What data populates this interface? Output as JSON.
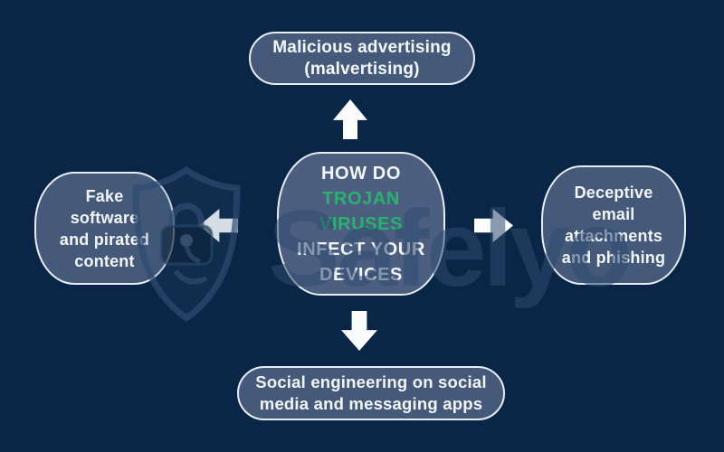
{
  "title": "Trojan virus infection vectors infographic",
  "colors": {
    "background": "#0a2647",
    "node-fill": "#45597b",
    "center-fill": "#4c5f80",
    "node-border": "#e9eef5",
    "text-light": "#f4f7fa",
    "accent-green": "#28b270",
    "arrow": "#fbfcfd",
    "watermark": "#2d4b70"
  },
  "center_node": {
    "line1": "HOW DO",
    "line2": "TROJAN",
    "line3": "VIRUSES",
    "line4": "INFECT YOUR",
    "line5": "DEVICES"
  },
  "nodes": {
    "top": {
      "lines": [
        "Malicious advertising",
        "(malvertising)"
      ]
    },
    "left": {
      "lines": [
        "Fake",
        "software",
        "and pirated",
        "content"
      ]
    },
    "right": {
      "lines": [
        "Deceptive",
        "email",
        "attachments",
        "and phishing"
      ]
    },
    "bottom": {
      "lines": [
        "Social engineering on social",
        "media and messaging apps"
      ]
    }
  },
  "arrows": [
    "up",
    "left",
    "right",
    "down"
  ],
  "watermark": {
    "text": "Safelyo",
    "icon": "shield-lock-icon"
  }
}
